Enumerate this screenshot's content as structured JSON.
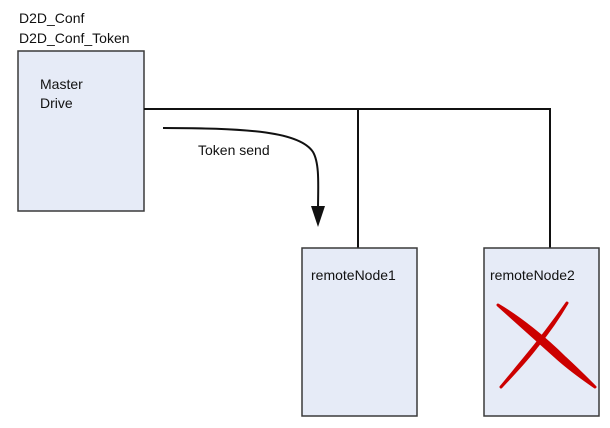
{
  "config_labels": {
    "line1": "D2D_Conf",
    "line2": "D2D_Conf_Token"
  },
  "master": {
    "line1": "Master",
    "line2": "Drive"
  },
  "token_label": "Token send",
  "nodes": [
    {
      "label": "remoteNode1",
      "status": "active"
    },
    {
      "label": "remoteNode2",
      "status": "failed"
    }
  ],
  "colors": {
    "box_fill": "#e6ebf7",
    "failed_mark": "#cc0000"
  },
  "icons": {
    "token_arrow": "curved-arrow-down-icon",
    "failed_mark": "red-x-icon"
  }
}
